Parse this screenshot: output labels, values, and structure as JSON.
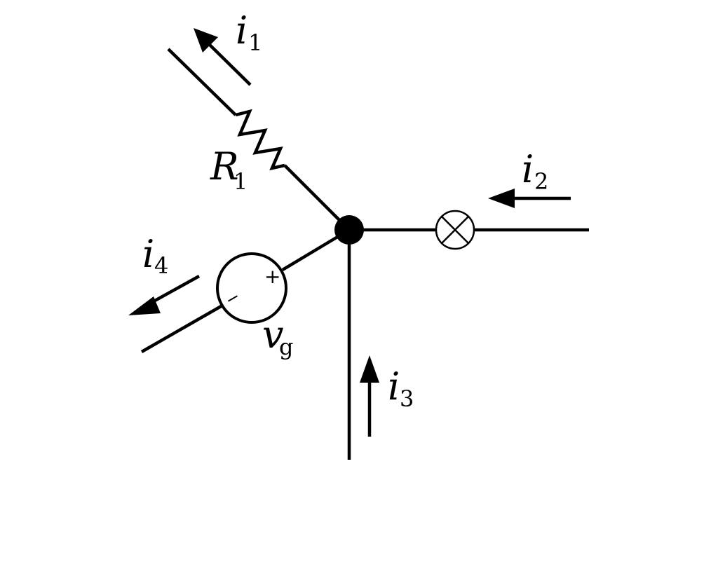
{
  "colors": {
    "background": "#ffffff",
    "ink": "#000000"
  },
  "icons": {
    "node": "junction-dot",
    "resistor": "zigzag-resistor",
    "lamp": "circle-with-cross",
    "source": "circle-voltage-source"
  },
  "labels": {
    "i1": {
      "main": "i",
      "sub": "1"
    },
    "i2": {
      "main": "i",
      "sub": "2"
    },
    "i3": {
      "main": "i",
      "sub": "3"
    },
    "i4": {
      "main": "i",
      "sub": "4"
    },
    "r1": {
      "main": "R",
      "sub": "1"
    },
    "vg": {
      "main": "v",
      "sub": "g"
    }
  },
  "source_polarity": {
    "plus": "+",
    "minus": "−"
  }
}
